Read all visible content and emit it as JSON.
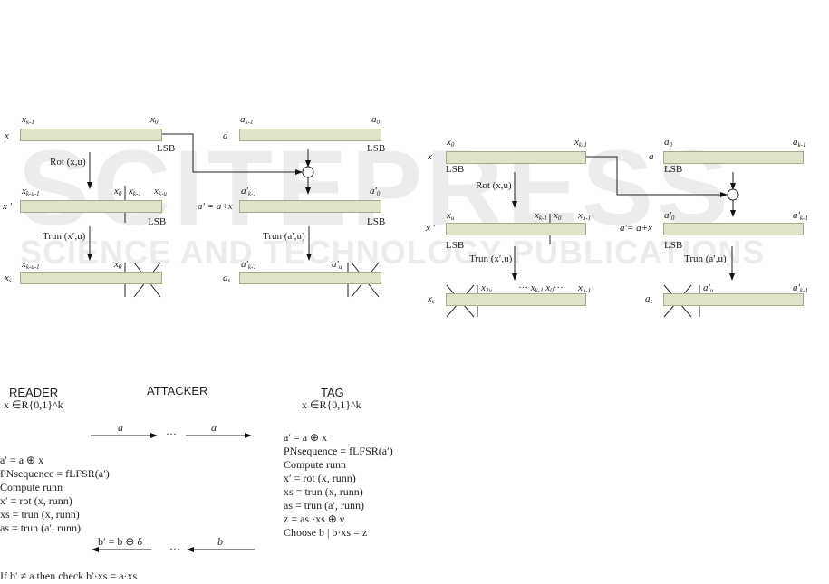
{
  "watermark": {
    "main": "SCITEPRESS",
    "sub": "SCIENCE AND TECHNOLOGY PUBLICATIONS"
  },
  "left": {
    "row_x": {
      "b": "x",
      "s": ""
    },
    "row_a": {
      "b": "a",
      "s": ""
    },
    "row_xp": {
      "b": "x ′",
      "s": ""
    },
    "row_ap": "a′ = a+x",
    "row_xs": {
      "b": "x",
      "s": "s"
    },
    "row_as": {
      "b": "a",
      "s": "s"
    },
    "x_hi": {
      "b": "x",
      "s": "k-1"
    },
    "x_lo": {
      "b": "x",
      "s": "0"
    },
    "a_hi": {
      "b": "a",
      "s": "k-1"
    },
    "a_lo": {
      "b": "a",
      "s": "0"
    },
    "xp_1": {
      "b": "x",
      "s": "k-u-1"
    },
    "xp_2": {
      "b": "x",
      "s": "0"
    },
    "xp_3": {
      "b": "x",
      "s": "k-1"
    },
    "xp_4": {
      "b": "x",
      "s": "k-u"
    },
    "ap_hi": {
      "b": "a′",
      "s": "k-1"
    },
    "ap_lo": {
      "b": "a′",
      "s": "0"
    },
    "xs_hi": {
      "b": "x",
      "s": "k-u-1"
    },
    "xs_lo": {
      "b": "x",
      "s": "0"
    },
    "as_hi": {
      "b": "a′",
      "s": "k-1"
    },
    "as_lo": {
      "b": "a′",
      "s": "u"
    },
    "lsb": "LSB",
    "rot": "Rot (x,u)",
    "trun_x": "Trun (x′,u)",
    "trun_a": "Trun (a′,u)"
  },
  "right": {
    "row_x": {
      "b": "x",
      "s": ""
    },
    "row_a": {
      "b": "a",
      "s": ""
    },
    "row_xp": {
      "b": "x ′",
      "s": ""
    },
    "row_ap": "a′= a+x",
    "row_xs": {
      "b": "x",
      "s": "s"
    },
    "row_as": {
      "b": "a",
      "s": "s"
    },
    "x_lo": {
      "b": "x",
      "s": "0"
    },
    "x_hi": {
      "b": "x",
      "s": "k-1"
    },
    "a_lo": {
      "b": "a",
      "s": "0"
    },
    "a_hi": {
      "b": "a",
      "s": "k-1"
    },
    "xp_1": {
      "b": "x",
      "s": "u"
    },
    "xp_2": {
      "b": "x",
      "s": "k-1"
    },
    "xp_3": {
      "b": "x",
      "s": "0"
    },
    "xp_4": {
      "b": "x",
      "s": "u-1"
    },
    "ap_lo": {
      "b": "a′",
      "s": "0"
    },
    "ap_hi": {
      "b": "a′",
      "s": "k-1"
    },
    "xs_1": {
      "b": "x",
      "s": "2u"
    },
    "xs_dots1": "···",
    "xs_2": {
      "b": "x",
      "s": "k-1"
    },
    "xs_3": {
      "b": "x",
      "s": "0"
    },
    "xs_dots2": "···",
    "xs_4": {
      "b": "x",
      "s": "u-1"
    },
    "as_lo": {
      "b": "a′",
      "s": "u"
    },
    "as_hi": {
      "b": "a′",
      "s": "k-1"
    },
    "lsb": "LSB",
    "rot": "Rot (x,u)",
    "trun_x": "Trun (x′,u)",
    "trun_a": "Trun (a′,u)"
  },
  "protocol": {
    "reader": "READER",
    "attacker": "ATTACKER",
    "tag": "TAG",
    "reader_key": "x ∈R{0,1}^k",
    "tag_key": "x ∈R{0,1}^k",
    "msg_a1": "a",
    "msg_a2": "a",
    "dots": "···",
    "msg_b1": "b′ = b ⊕ δ",
    "msg_b2": "b",
    "tag_lines": [
      "a′ = a ⊕ x",
      "PNsequence = fLFSR(a′)",
      "Compute runn",
      "x′ = rot (x, runn)",
      "xs = trun (x, runn)",
      "as = trun (a′, runn)",
      "z = as ·xs ⊕ ν",
      "Choose b | b·xs = z"
    ],
    "reader_lines": [
      "a′ = a ⊕ x",
      "PNsequence = fLFSR(a′)",
      "Compute runn",
      "x′ = rot (x, runn)",
      "xs = trun (x, runn)",
      "as = trun (a′, runn)"
    ],
    "final": "If b′ ≠ a then check b′·xs = a·xs"
  }
}
